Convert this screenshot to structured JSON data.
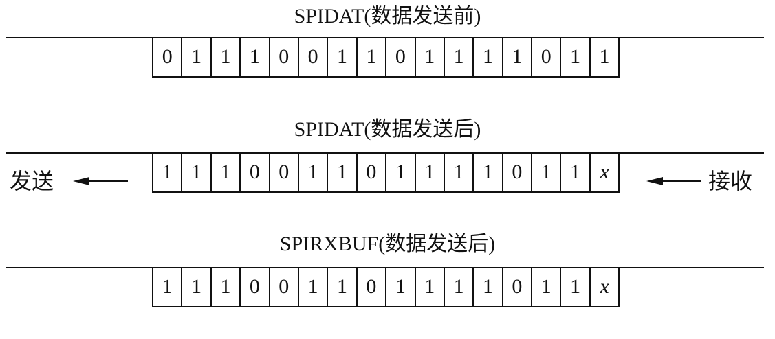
{
  "diagram": {
    "registers": [
      {
        "title": "SPIDAT(数据发送前)",
        "bits": [
          "0",
          "1",
          "1",
          "1",
          "0",
          "0",
          "1",
          "1",
          "0",
          "1",
          "1",
          "1",
          "1",
          "0",
          "1",
          "1"
        ]
      },
      {
        "title": "SPIDAT(数据发送后)",
        "bits": [
          "1",
          "1",
          "1",
          "0",
          "0",
          "1",
          "1",
          "0",
          "1",
          "1",
          "1",
          "1",
          "0",
          "1",
          "1",
          "x"
        ]
      },
      {
        "title": "SPIRXBUF(数据发送后)",
        "bits": [
          "1",
          "1",
          "1",
          "0",
          "0",
          "1",
          "1",
          "0",
          "1",
          "1",
          "1",
          "1",
          "0",
          "1",
          "1",
          "x"
        ]
      }
    ],
    "send_label": "发送",
    "receive_label": "接收"
  }
}
